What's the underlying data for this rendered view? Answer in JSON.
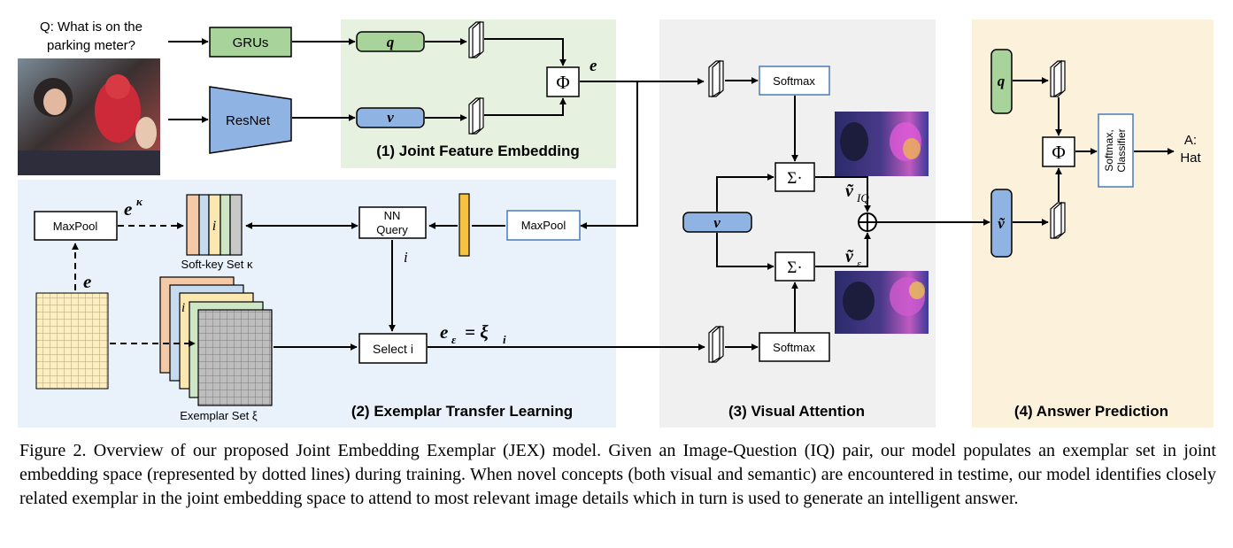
{
  "question": {
    "line1": "Q: What is on the",
    "line2": "parking meter?"
  },
  "nodes": {
    "grus": "GRUs",
    "resnet": "ResNet",
    "q": "q",
    "v": "v",
    "phi": "Φ",
    "e": "e",
    "softmax": "Softmax",
    "maxpool": "MaxPool",
    "ek": "e",
    "ek_sup": "κ",
    "softkey_i": "i",
    "softkey_label": "Soft-key Set κ",
    "nn_query_1": "NN",
    "nn_query_2": "Query",
    "nn_i": "i",
    "select": "Select i",
    "e_eps": "e",
    "e_eps_eq": "= ξ",
    "e_eps_sub": "ε",
    "xi_sub": "i",
    "exemplar_i": "i",
    "exemplar_label": "Exemplar Set ξ",
    "e_grid": "e",
    "sigma": "Σ·",
    "v_iq": "ṽ",
    "v_iq_sub": "IQ",
    "v_eps": "ṽ",
    "v_eps_sub": "ε",
    "v_tilde": "ṽ",
    "softmax_classifier_1": "Softmax,",
    "softmax_classifier_2": "Classifier",
    "answer_1": "A:",
    "answer_2": "Hat"
  },
  "panels": {
    "p1": "(1) Joint Feature Embedding",
    "p2": "(2) Exemplar Transfer Learning",
    "p3": "(3) Visual Attention",
    "p4": "(4) Answer Prediction"
  },
  "caption": "Figure 2. Overview of our proposed Joint Embedding Exemplar (JEX) model. Given an Image-Question (IQ) pair, our model populates an exemplar set in joint embedding space (represented by dotted lines) during training. When novel concepts (both visual and semantic) are encountered in testime, our model identifies closely related exemplar in the joint embedding space to attend to most relevant image details which in turn is used to generate an intelligent answer.",
  "colors": {
    "panel1": "#e6f2df",
    "panel2": "#e9f1fa",
    "panel3": "#f0f0f0",
    "panel4": "#fcf2dc",
    "green": "#a8d39a",
    "blue": "#8fb4e3",
    "orange": "#f5c242",
    "grid": "#fdeebf"
  },
  "icons": [
    "photo-thumbnail",
    "attention-map-thumbnail",
    "feature-vector-icon",
    "oplus-icon"
  ]
}
